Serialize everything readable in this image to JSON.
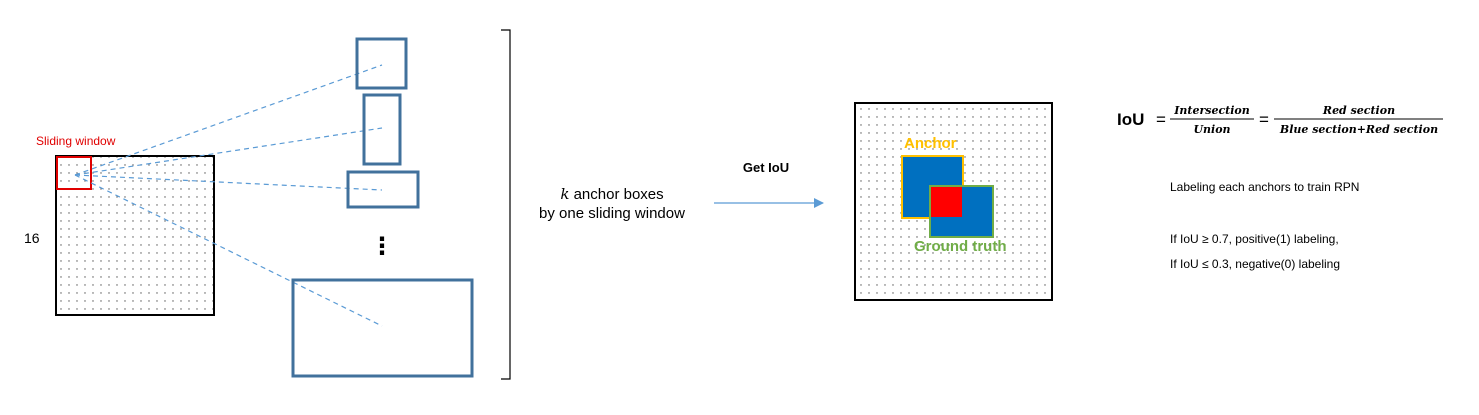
{
  "colors": {
    "box_outline": "#41719c",
    "dashed_line": "#5b9bd5",
    "arrow": "#5b9bd5",
    "sliding_window": "#e00000",
    "anchor_fill": "#0070c0",
    "anchor_outline": "#ffc000",
    "ground_truth_outline": "#70ad47",
    "intersection_fill": "#ff0000",
    "text": "#000000"
  },
  "feature_map": {
    "side_label": "16",
    "sliding_window_label": "Sliding window"
  },
  "anchors": {
    "ellipsis": "⋮",
    "caption_k": "k",
    "caption_line1": " anchor boxes",
    "caption_line2": "by one sliding window"
  },
  "step": {
    "label": "Get IoU"
  },
  "iou_example": {
    "anchor_label": "Anchor",
    "ground_truth_label": "Ground truth"
  },
  "formula": {
    "lhs": "IoU",
    "eq1": "=",
    "num1": "Intersection",
    "den1": "Union",
    "eq2": "=",
    "num2": "Red section",
    "den2": "Blue section+Red section"
  },
  "labeling": {
    "title": "Labeling each anchors to train RPN",
    "rule_positive": "If IoU ≥ 0.7, positive(1) labeling,",
    "rule_negative": "If IoU ≤ 0.3, negative(0) labeling"
  }
}
